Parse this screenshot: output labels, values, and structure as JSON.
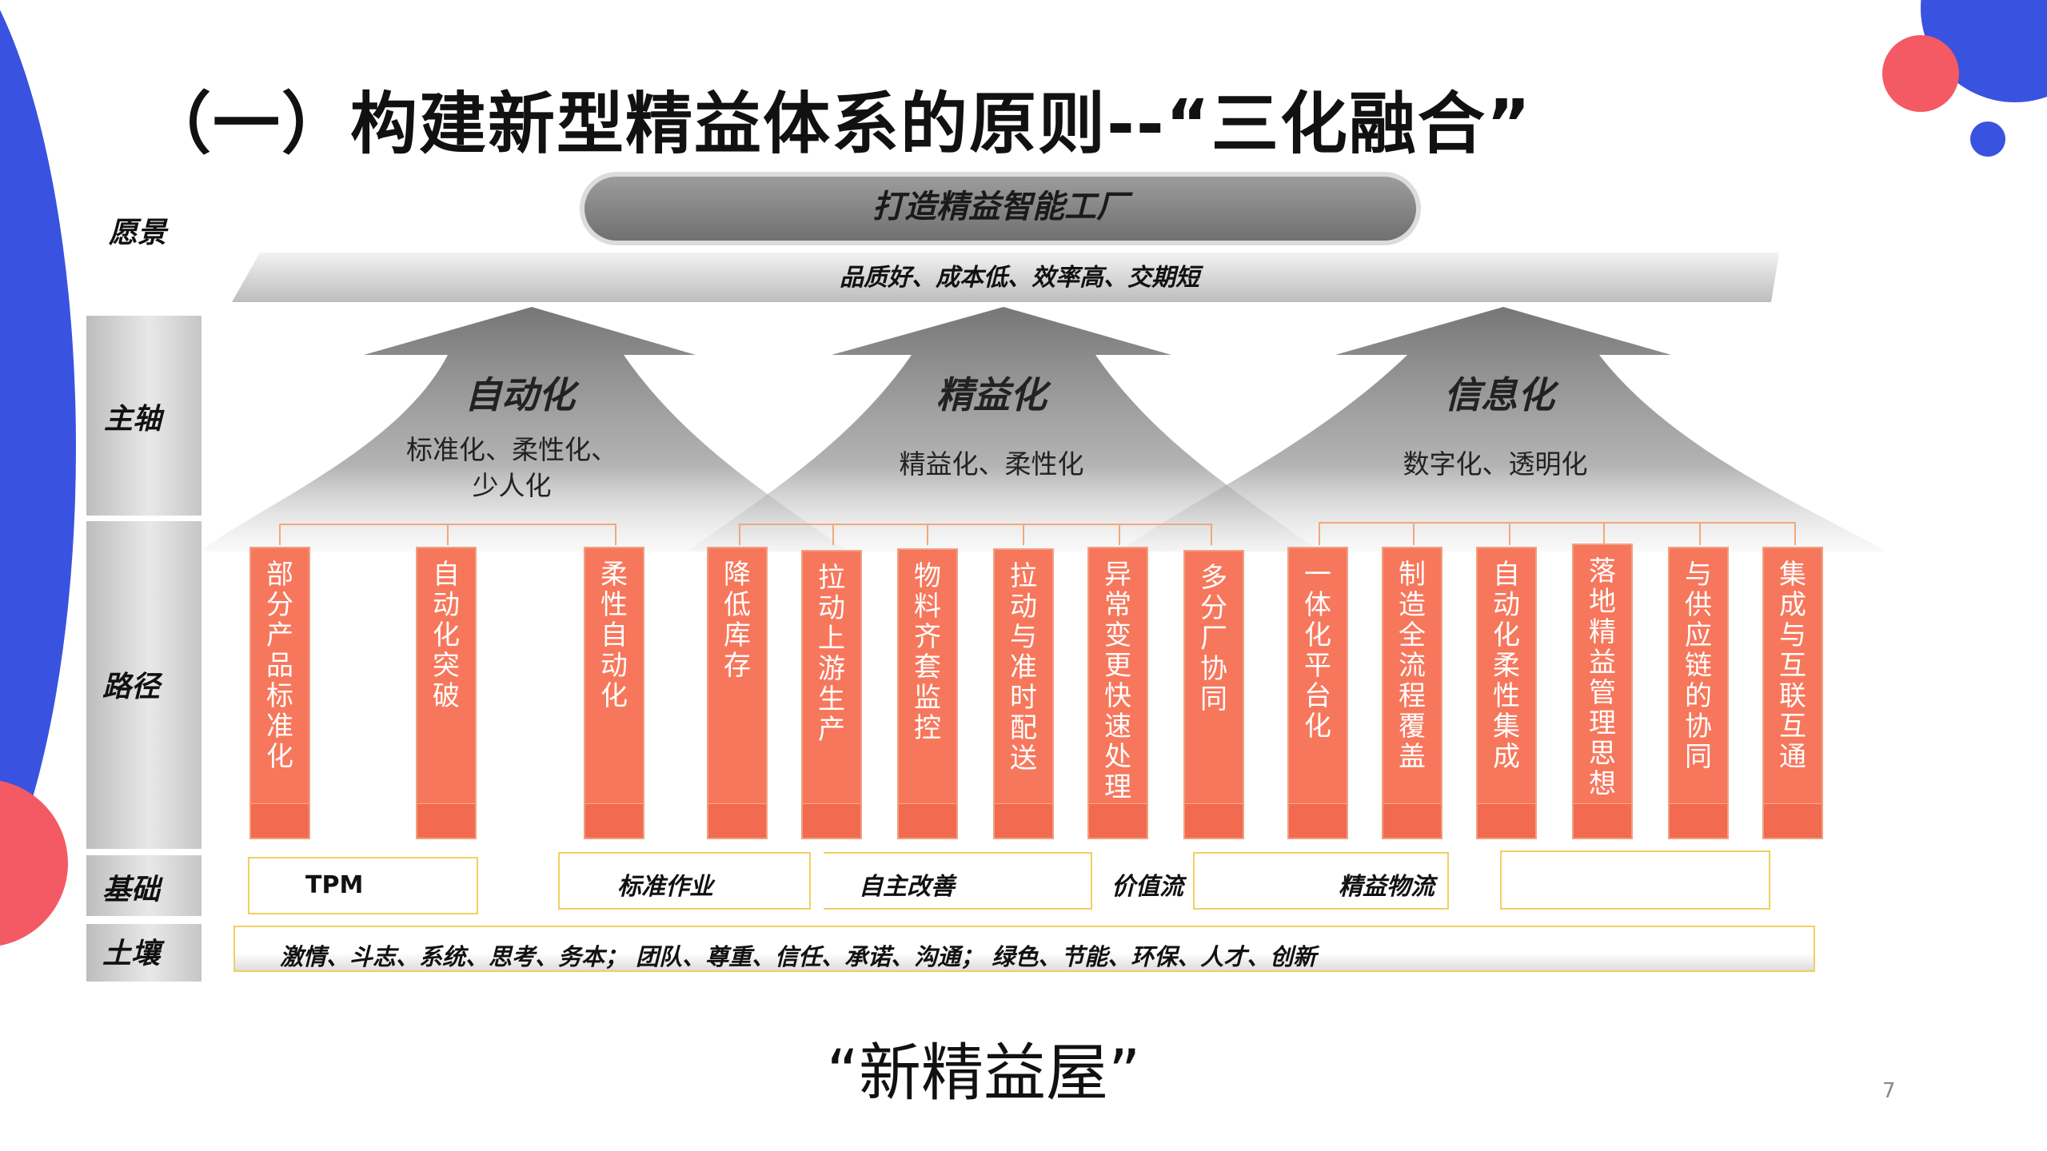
{
  "title": "（一）构建新型精益体系的原则--“三化融合”",
  "row_labels": {
    "vision": "愿景",
    "axis": "主轴",
    "path": "路径",
    "base": "基础",
    "soil": "土壤"
  },
  "vision": {
    "banner": "打造精益智能工厂",
    "roof": "品质好、成本低、效率高、交期短"
  },
  "axes": [
    {
      "title": "自动化",
      "subtitle_1": "标准化、柔性化、",
      "subtitle_2": "少人化"
    },
    {
      "title": "精益化",
      "subtitle_1": "精益化、柔性化",
      "subtitle_2": ""
    },
    {
      "title": "信息化",
      "subtitle_1": "数字化、透明化",
      "subtitle_2": ""
    }
  ],
  "paths": [
    "部分产品标准化",
    "自动化突破",
    "柔性自动化",
    "降低库存",
    "拉动上游生产",
    "物料齐套监控",
    "拉动与准时配送",
    "异常变更快速处理",
    "多分厂协同",
    "一体化平台化",
    "制造全流程覆盖",
    "自动化柔性集成",
    "落地精益管理思想",
    "与供应链的协同",
    "集成与互联互通"
  ],
  "foundation": [
    "TPM",
    "标准作业",
    "自主改善",
    "价值流",
    "精益物流"
  ],
  "soil": "激情、斗志、系统、思考、务本； 团队、尊重、信任、承诺、沟通； 绿色、节能、环保、人才、创新",
  "caption": "“新精益屋”",
  "page_number": "7",
  "colors": {
    "pillar": "#f7775c",
    "accent_red": "#f45a63",
    "accent_blue": "#3a52e0",
    "box_border": "#f0d060"
  }
}
